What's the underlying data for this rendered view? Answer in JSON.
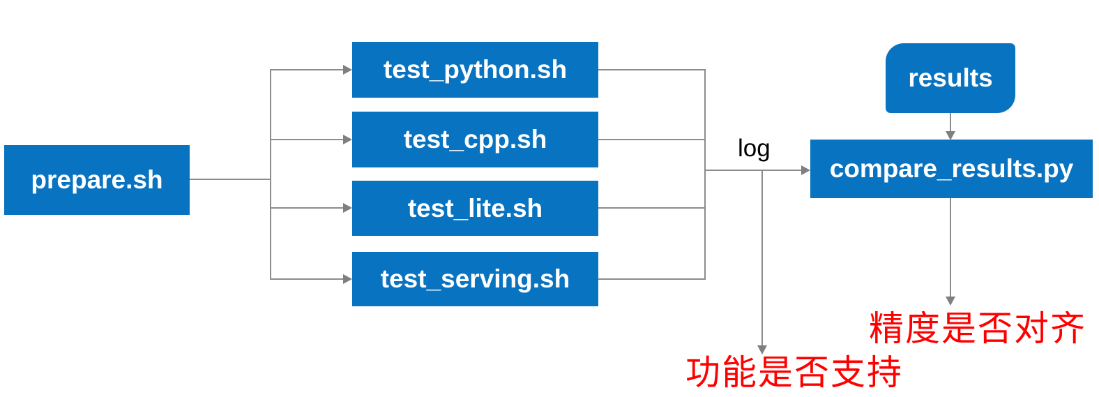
{
  "colors": {
    "background": "#ffffff",
    "node_fill": "#0873c0",
    "node_text": "#ffffff",
    "connector": "#8c8c8c",
    "arrowhead": "#7f7f7f",
    "edge_label": "#000000",
    "annotation": "#ff0000"
  },
  "diagram": {
    "nodes": {
      "prepare": "prepare.sh",
      "test_python": "test_python.sh",
      "test_cpp": "test_cpp.sh",
      "test_lite": "test_lite.sh",
      "test_serving": "test_serving.sh",
      "results": "results",
      "compare_results": "compare_results.py"
    },
    "edge_labels": {
      "log": "log"
    },
    "annotations": {
      "function_support": "功能是否支持",
      "precision_alignment": "精度是否对齐"
    }
  }
}
